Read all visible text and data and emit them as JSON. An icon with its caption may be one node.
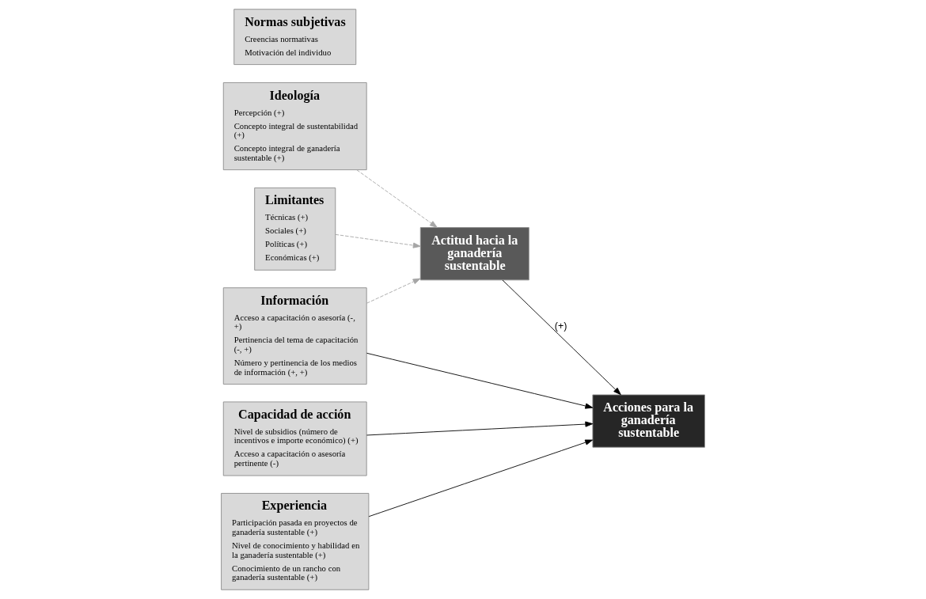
{
  "diagram": {
    "nodes": [
      {
        "text": [
          "Ideología",
          "Percepción (+)",
          "Concepto integral de sustentabilidad (+)",
          "Concepto integral de ganadería sustentable (+)"
        ]
      },
      {
        "text": [
          "Información",
          "Acceso a capacitación o asesoría (-, +)",
          "Pertinencia del tema de capacitación (-, +)",
          "Número y pertinencia de los medios de información (+, +)"
        ]
      },
      {
        "text": [
          "Limitantes",
          "Técnicas (+)",
          "Sociales (+)",
          "Políticas (+)",
          "Económicas (+)"
        ]
      },
      {
        "text": [
          "Actitud hacia la ganadería sustentable"
        ]
      },
      {
        "text": [
          "Acciones para la ganadería sustentable"
        ]
      },
      {
        "text": [
          "Capacidad de acción",
          "Nivel de subsidios (número de incentivos e importe económico) (+)",
          "Acceso a capacitación o asesoría pertinente (-)"
        ]
      },
      {
        "text": [
          "Normas subjetivas",
          "Creencias normativas",
          "Motivación del individuo"
        ]
      },
      {
        "text": [
          "Experiencia",
          "Participación pasada en proyectos de ganadería sustentable (+)",
          "Nivel de conocimiento y habilidad en la ganadería sustentable (+)",
          "Conocimiento de un rancho con ganadería sustentable (+)"
        ]
      }
    ],
    "edges": [
      {
        "from": 0,
        "to": 3,
        "arrow": "to",
        "style": "dashed",
        "color": "#a6a6a6"
      },
      {
        "from": 1,
        "to": 3,
        "arrow": "to",
        "style": "dashed",
        "color": "#a6a6a6"
      },
      {
        "from": 2,
        "to": 3,
        "arrow": "to",
        "style": "dashed",
        "color": "#a6a6a6"
      },
      {
        "from": 1,
        "to": 4,
        "arrow": "to"
      },
      {
        "from": 3,
        "to": 4,
        "arrow": "to",
        "label": "(+)"
      },
      {
        "from": 7,
        "to": 4,
        "arrow": "to"
      },
      {
        "from": 5,
        "to": 4,
        "arrow": "to"
      }
    ]
  }
}
